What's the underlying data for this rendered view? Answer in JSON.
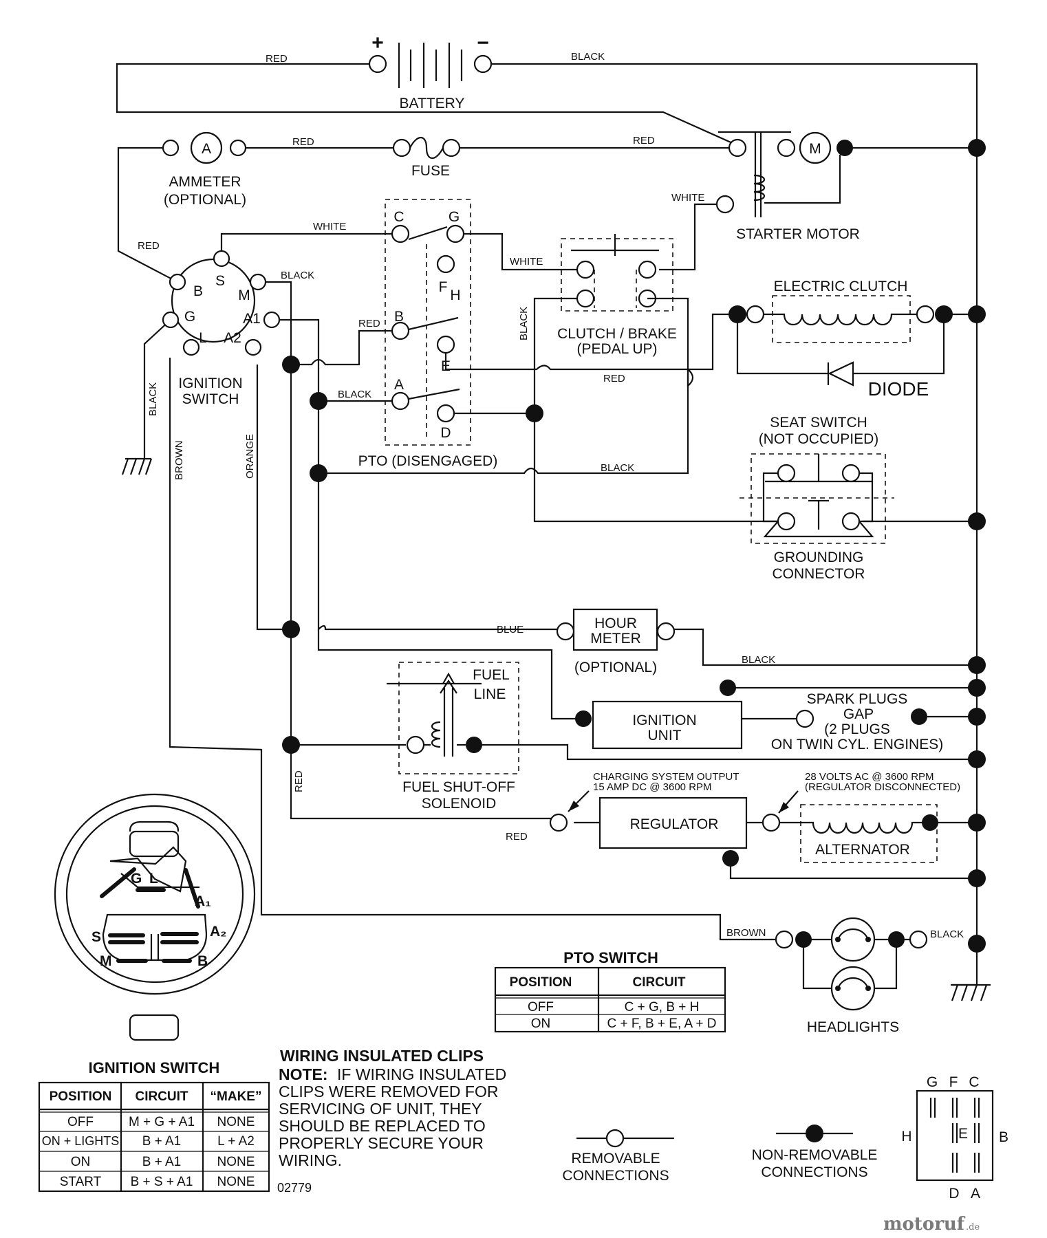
{
  "wire_colors": {
    "red": "RED",
    "black": "BLACK",
    "white": "WHITE",
    "blue": "BLUE",
    "brown": "BROWN",
    "orange": "ORANGE"
  },
  "components": {
    "battery": {
      "label": "BATTERY",
      "plus": "+",
      "minus": "−"
    },
    "ammeter": {
      "symbol": "A",
      "label_line1": "AMMETER",
      "label_line2": "(OPTIONAL)"
    },
    "fuse": {
      "label": "FUSE"
    },
    "starter_motor": {
      "symbol": "M",
      "label": "STARTER MOTOR"
    },
    "ignition_switch": {
      "label_line1": "IGNITION",
      "label_line2": "SWITCH",
      "terminals": {
        "B": "B",
        "S": "S",
        "M": "M",
        "G": "G",
        "L": "L",
        "A1": "A1",
        "A2": "A2"
      }
    },
    "pto": {
      "label": "PTO (DISENGAGED)",
      "terminals": {
        "C": "C",
        "G": "G",
        "F": "F",
        "H": "H",
        "B": "B",
        "E": "E",
        "A": "A",
        "D": "D"
      }
    },
    "clutch_brake": {
      "label_line1": "CLUTCH / BRAKE",
      "label_line2": "(PEDAL UP)"
    },
    "electric_clutch": {
      "label": "ELECTRIC CLUTCH"
    },
    "diode": {
      "label": "DIODE"
    },
    "seat_switch": {
      "label_line1": "SEAT SWITCH",
      "label_line2": "(NOT OCCUPIED)"
    },
    "grounding_connector": {
      "label_line1": "GROUNDING",
      "label_line2": "CONNECTOR"
    },
    "hour_meter": {
      "line1": "HOUR",
      "line2": "METER",
      "note": "(OPTIONAL)"
    },
    "fuel_solenoid": {
      "top_line1": "FUEL",
      "top_line2": "LINE",
      "label_line1": "FUEL SHUT-OFF",
      "label_line2": "SOLENOID"
    },
    "ignition_unit": {
      "line1": "IGNITION",
      "line2": "UNIT"
    },
    "spark_plugs": {
      "line1": "SPARK PLUGS",
      "line2": "GAP",
      "line3": "(2 PLUGS",
      "line4": "ON TWIN CYL. ENGINES)"
    },
    "regulator": {
      "label": "REGULATOR",
      "note_left_line1": "CHARGING SYSTEM OUTPUT",
      "note_left_line2": "15 AMP DC @ 3600 RPM",
      "note_right_line1": "28 VOLTS AC @ 3600 RPM",
      "note_right_line2": "(REGULATOR DISCONNECTED)"
    },
    "alternator": {
      "label": "ALTERNATOR"
    },
    "headlights": {
      "label": "HEADLIGHTS"
    }
  },
  "switch_face": {
    "G": "G",
    "L": "L",
    "A1": "A₁",
    "A2": "A₂",
    "S": "S",
    "M": "M",
    "B": "B"
  },
  "pto_switch_table": {
    "title": "PTO SWITCH",
    "headers": [
      "POSITION",
      "CIRCUIT"
    ],
    "rows": [
      [
        "OFF",
        "C + G, B + H"
      ],
      [
        "ON",
        "C + F, B + E, A + D"
      ]
    ]
  },
  "ignition_switch_table": {
    "title": "IGNITION SWITCH",
    "headers": [
      "POSITION",
      "CIRCUIT",
      "“MAKE”"
    ],
    "rows": [
      [
        "OFF",
        "M + G + A1",
        "NONE"
      ],
      [
        "ON + LIGHTS",
        "B + A1",
        "L + A2"
      ],
      [
        "ON",
        "B + A1",
        "NONE"
      ],
      [
        "START",
        "B + S + A1",
        "NONE"
      ]
    ]
  },
  "clips_note": {
    "title": "WIRING INSULATED CLIPS",
    "note_prefix": "NOTE:",
    "line1": "IF WIRING INSULATED",
    "line2": "CLIPS WERE REMOVED FOR",
    "line3": "SERVICING OF UNIT, THEY",
    "line4": "SHOULD BE REPLACED TO",
    "line5": "PROPERLY SECURE YOUR",
    "line6": "WIRING."
  },
  "part_number": "02779",
  "legend": {
    "removable_line1": "REMOVABLE",
    "removable_line2": "CONNECTIONS",
    "nonremovable_line1": "NON-REMOVABLE",
    "nonremovable_line2": "CONNECTIONS"
  },
  "connector_pinout": {
    "G": "G",
    "F": "F",
    "C": "C",
    "H": "H",
    "E": "E",
    "B": "B",
    "D": "D",
    "A": "A"
  },
  "watermark": {
    "brand": "motoruf",
    "suffix": ".de"
  }
}
